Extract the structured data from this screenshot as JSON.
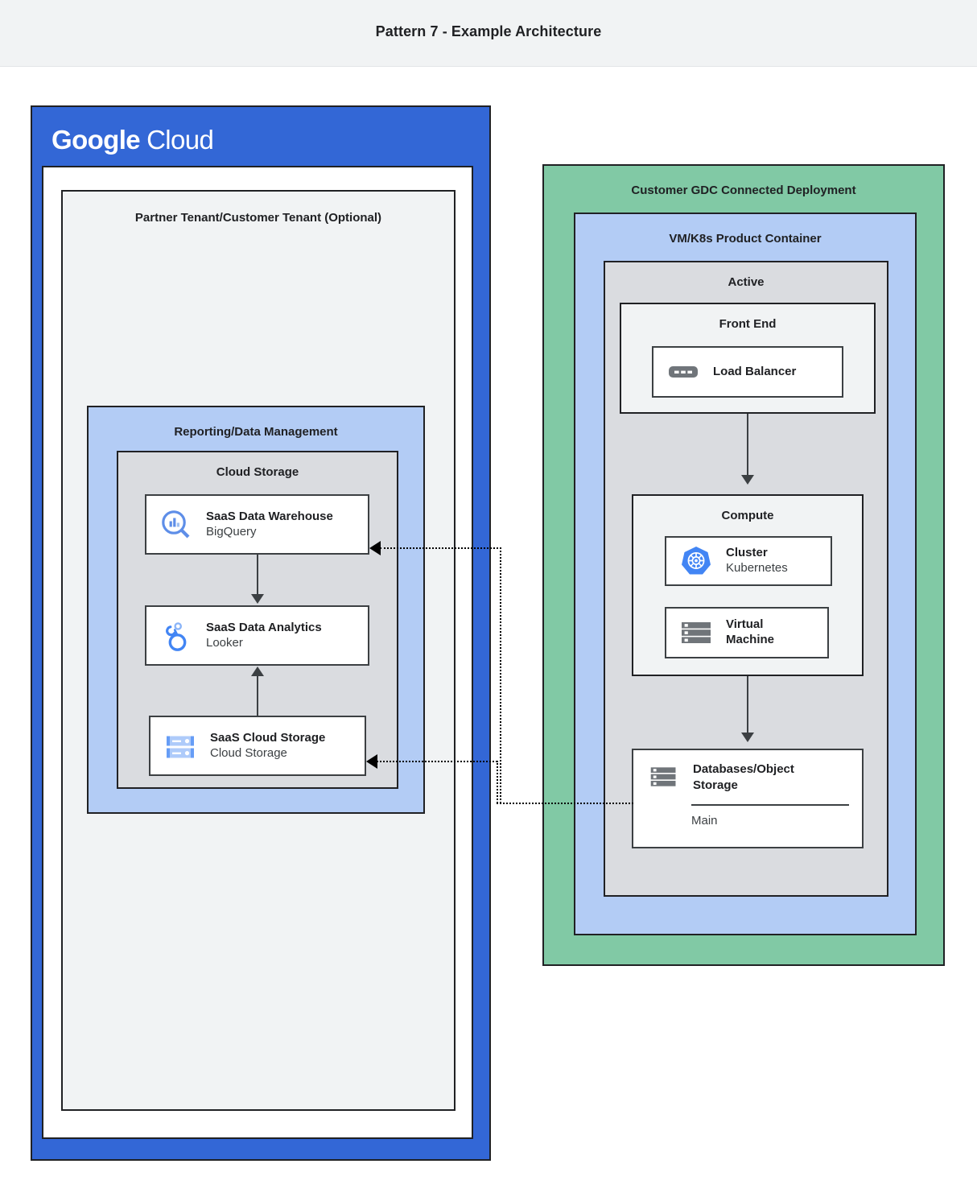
{
  "header": {
    "title": "Pattern 7 - Example Architecture"
  },
  "gcp": {
    "brand_word1": "Google",
    "brand_word2": "Cloud",
    "brand_color": "#3367D6",
    "tenant_title": "Partner Tenant/Customer Tenant (Optional)",
    "reporting": {
      "title": "Reporting/Data Management",
      "fill": "#B3CCF5",
      "storage_group": {
        "title": "Cloud Storage",
        "fill": "#dadce0",
        "cards": [
          {
            "icon": "bigquery-icon",
            "title": "SaaS Data Warehouse",
            "sub": "BigQuery"
          },
          {
            "icon": "looker-icon",
            "title": "SaaS Data Analytics",
            "sub": "Looker"
          },
          {
            "icon": "cloud-storage-icon",
            "title": "SaaS Cloud Storage",
            "sub": "Cloud Storage"
          }
        ]
      }
    }
  },
  "gdc": {
    "title": "Customer GDC Connected Deployment",
    "fill": "#81C9A5",
    "product_container": {
      "title": "VM/K8s Product Container",
      "fill": "#B3CCF5"
    },
    "active": {
      "title": "Active",
      "fill": "#dadce0",
      "front_end": {
        "title": "Front End",
        "fill": "#f1f3f4",
        "cards": [
          {
            "icon": "load-balancer-icon",
            "title": "Load Balancer",
            "sub": ""
          }
        ]
      },
      "compute": {
        "title": "Compute",
        "fill": "#f1f3f4",
        "cards": [
          {
            "icon": "kubernetes-icon",
            "title": "Cluster",
            "sub": "Kubernetes"
          },
          {
            "icon": "virtual-machine-icon",
            "title": "Virtual",
            "title2": "Machine",
            "sub": ""
          }
        ]
      },
      "database": {
        "icon": "database-icon",
        "title": "Databases/Object",
        "title2": "Storage",
        "footer": "Main"
      }
    }
  }
}
